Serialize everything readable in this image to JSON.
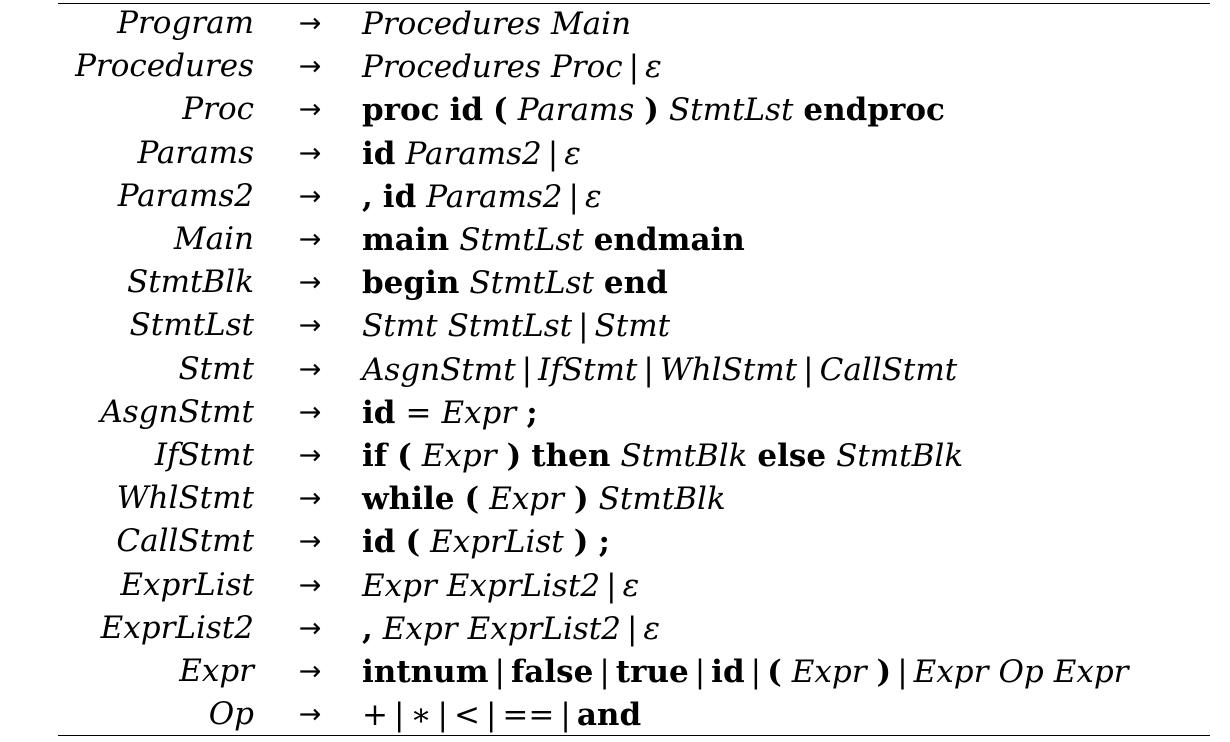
{
  "rows": [
    {
      "lhs": "Program",
      "arrow": "→",
      "rhs": [
        {
          "t": "nt",
          "v": "Procedures"
        },
        {
          "t": "nt",
          "v": "Main"
        }
      ]
    },
    {
      "lhs": "Procedures",
      "arrow": "→",
      "rhs": [
        {
          "t": "nt",
          "v": "Procedures"
        },
        {
          "t": "nt",
          "v": "Proc"
        },
        {
          "t": "bar",
          "v": "|"
        },
        {
          "t": "nt",
          "v": "ε"
        }
      ]
    },
    {
      "lhs": "Proc",
      "arrow": "→",
      "rhs": [
        {
          "t": "kw",
          "v": "proc"
        },
        {
          "t": "kw",
          "v": "id"
        },
        {
          "t": "kw",
          "v": "("
        },
        {
          "t": "nt",
          "v": "Params"
        },
        {
          "t": "kw",
          "v": ")"
        },
        {
          "t": "nt",
          "v": "StmtLst"
        },
        {
          "t": "kw",
          "v": "endproc"
        }
      ]
    },
    {
      "lhs": "Params",
      "arrow": "→",
      "rhs": [
        {
          "t": "kw",
          "v": "id"
        },
        {
          "t": "nt",
          "v": "Params2"
        },
        {
          "t": "bar",
          "v": "|"
        },
        {
          "t": "nt",
          "v": "ε"
        }
      ]
    },
    {
      "lhs": "Params2",
      "arrow": "→",
      "rhs": [
        {
          "t": "kw",
          "v": ","
        },
        {
          "t": "kw",
          "v": "id"
        },
        {
          "t": "nt",
          "v": "Params2"
        },
        {
          "t": "bar",
          "v": "|"
        },
        {
          "t": "nt",
          "v": "ε"
        }
      ]
    },
    {
      "lhs": "Main",
      "arrow": "→",
      "rhs": [
        {
          "t": "kw",
          "v": "main"
        },
        {
          "t": "nt",
          "v": "StmtLst"
        },
        {
          "t": "kw",
          "v": "endmain"
        }
      ]
    },
    {
      "lhs": "StmtBlk",
      "arrow": "→",
      "rhs": [
        {
          "t": "kw",
          "v": "begin"
        },
        {
          "t": "nt",
          "v": "StmtLst"
        },
        {
          "t": "kw",
          "v": "end"
        }
      ]
    },
    {
      "lhs": "StmtLst",
      "arrow": "→",
      "rhs": [
        {
          "t": "nt",
          "v": "Stmt"
        },
        {
          "t": "nt",
          "v": "StmtLst"
        },
        {
          "t": "bar",
          "v": "|"
        },
        {
          "t": "nt",
          "v": "Stmt"
        }
      ]
    },
    {
      "lhs": "Stmt",
      "arrow": "→",
      "rhs": [
        {
          "t": "nt",
          "v": "AsgnStmt"
        },
        {
          "t": "bar",
          "v": "|"
        },
        {
          "t": "nt",
          "v": "IfStmt"
        },
        {
          "t": "bar",
          "v": "|"
        },
        {
          "t": "nt",
          "v": "WhlStmt"
        },
        {
          "t": "bar",
          "v": "|"
        },
        {
          "t": "nt",
          "v": "CallStmt"
        }
      ]
    },
    {
      "lhs": "AsgnStmt",
      "arrow": "→",
      "rhs": [
        {
          "t": "kw",
          "v": "id"
        },
        {
          "t": "sym",
          "v": "="
        },
        {
          "t": "nt",
          "v": "Expr"
        },
        {
          "t": "kw",
          "v": ";"
        }
      ]
    },
    {
      "lhs": "IfStmt",
      "arrow": "→",
      "rhs": [
        {
          "t": "kw",
          "v": "if"
        },
        {
          "t": "kw",
          "v": "("
        },
        {
          "t": "nt",
          "v": "Expr"
        },
        {
          "t": "kw",
          "v": ")"
        },
        {
          "t": "kw",
          "v": "then"
        },
        {
          "t": "nt",
          "v": "StmtBlk"
        },
        {
          "t": "kw",
          "v": "else"
        },
        {
          "t": "nt",
          "v": "StmtBlk"
        }
      ]
    },
    {
      "lhs": "WhlStmt",
      "arrow": "→",
      "rhs": [
        {
          "t": "kw",
          "v": "while"
        },
        {
          "t": "kw",
          "v": "("
        },
        {
          "t": "nt",
          "v": "Expr"
        },
        {
          "t": "kw",
          "v": ")"
        },
        {
          "t": "nt",
          "v": "StmtBlk"
        }
      ]
    },
    {
      "lhs": "CallStmt",
      "arrow": "→",
      "rhs": [
        {
          "t": "kw",
          "v": "id"
        },
        {
          "t": "kw",
          "v": "("
        },
        {
          "t": "nt",
          "v": "ExprList"
        },
        {
          "t": "kw",
          "v": ")"
        },
        {
          "t": "kw",
          "v": ";"
        }
      ]
    },
    {
      "lhs": "ExprList",
      "arrow": "→",
      "rhs": [
        {
          "t": "nt",
          "v": "Expr"
        },
        {
          "t": "nt",
          "v": "ExprList2"
        },
        {
          "t": "bar",
          "v": "|"
        },
        {
          "t": "nt",
          "v": "ε"
        }
      ]
    },
    {
      "lhs": "ExprList2",
      "arrow": "→",
      "rhs": [
        {
          "t": "kw",
          "v": ","
        },
        {
          "t": "nt",
          "v": "Expr"
        },
        {
          "t": "nt",
          "v": "ExprList2"
        },
        {
          "t": "bar",
          "v": "|"
        },
        {
          "t": "nt",
          "v": "ε"
        }
      ]
    },
    {
      "lhs": "Expr",
      "arrow": "→",
      "rhs": [
        {
          "t": "kw",
          "v": "intnum"
        },
        {
          "t": "bar",
          "v": "|"
        },
        {
          "t": "kw",
          "v": "false"
        },
        {
          "t": "bar",
          "v": "|"
        },
        {
          "t": "kw",
          "v": "true"
        },
        {
          "t": "bar",
          "v": "|"
        },
        {
          "t": "kw",
          "v": "id"
        },
        {
          "t": "bar",
          "v": "|"
        },
        {
          "t": "kw",
          "v": "("
        },
        {
          "t": "nt",
          "v": "Expr"
        },
        {
          "t": "kw",
          "v": ")"
        },
        {
          "t": "bar",
          "v": "|"
        },
        {
          "t": "nt",
          "v": "Expr"
        },
        {
          "t": "nt",
          "v": "Op"
        },
        {
          "t": "nt",
          "v": "Expr"
        }
      ]
    },
    {
      "lhs": "Op",
      "arrow": "→",
      "rhs": [
        {
          "t": "sym",
          "v": "+"
        },
        {
          "t": "bar",
          "v": "|"
        },
        {
          "t": "sym",
          "v": "∗"
        },
        {
          "t": "bar",
          "v": "|"
        },
        {
          "t": "sym",
          "v": "<"
        },
        {
          "t": "bar",
          "v": "|"
        },
        {
          "t": "sym",
          "v": "=="
        },
        {
          "t": "bar",
          "v": "|"
        },
        {
          "t": "kw",
          "v": "and"
        }
      ]
    }
  ]
}
